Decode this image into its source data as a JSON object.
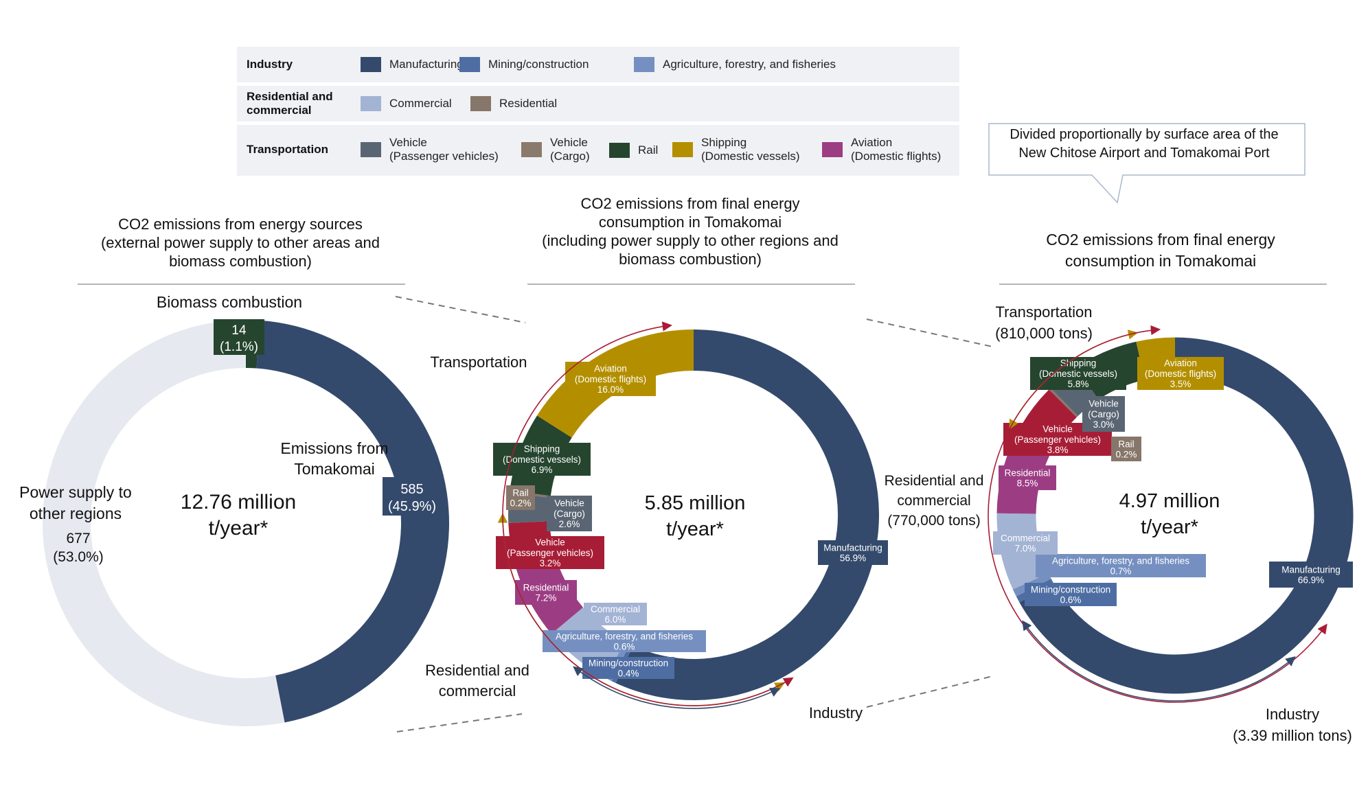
{
  "legend": {
    "rows": [
      {
        "category": "Industry",
        "items": [
          {
            "label": "Manufacturing",
            "color": "#344a6c"
          },
          {
            "label": "Mining/construction",
            "color": "#4e6ea3"
          },
          {
            "label": "Agriculture, forestry, and fisheries",
            "color": "#7590c0"
          }
        ]
      },
      {
        "category": "Residential and\ncommercial",
        "items": [
          {
            "label": "Commercial",
            "color": "#a3b3d4"
          },
          {
            "label": "Residential",
            "color": "#87766a"
          }
        ]
      },
      {
        "category": "Transportation",
        "items": [
          {
            "label": "Vehicle\n(Passenger vehicles)",
            "color": "#5a6573"
          },
          {
            "label": "Vehicle\n(Cargo)",
            "color": "#8a7a6c"
          },
          {
            "label": "Rail",
            "color": "#26452f"
          },
          {
            "label": "Shipping\n(Domestic vessels)",
            "color": "#b38f00"
          },
          {
            "label": "Aviation\n(Domestic flights)",
            "color": "#9c3d84"
          }
        ]
      }
    ]
  },
  "callout": "Divided proportionally by surface area of the\nNew Chitose Airport and Tomakomai Port",
  "chart_data": [
    {
      "type": "pie",
      "title": "CO2 emissions from energy sources\n(external power supply to other areas and\nbiomass combustion)",
      "center_text": "12.76 million\nt/year*",
      "slices": [
        {
          "name": "Biomass combustion",
          "value": 14,
          "percent": 1.1,
          "label": "14\n(1.1%)",
          "color": "#26452f"
        },
        {
          "name": "Emissions from\nTomakomai",
          "value": 585,
          "percent": 45.9,
          "label": "585\n(45.9%)",
          "color": "#344a6c"
        },
        {
          "name": "Power supply to\nother regions",
          "value": 677,
          "percent": 53.0,
          "label": "677\n(53.0%)",
          "color": "#e6e9f0"
        }
      ]
    },
    {
      "type": "pie",
      "title": "CO2 emissions from final energy\nconsumption in Tomakomai\n(including power supply to other regions and\nbiomass combustion)",
      "center_text": "5.85 million\nt/year*",
      "group_labels": {
        "transportation": "Transportation",
        "residential": "Residential and\ncommercial",
        "industry": "Industry"
      },
      "slices": [
        {
          "name": "Manufacturing",
          "percent": 56.9,
          "color": "#344a6c"
        },
        {
          "name": "Mining/construction",
          "percent": 0.4,
          "color": "#4e6ea3"
        },
        {
          "name": "Agriculture, forestry, and fisheries",
          "percent": 0.6,
          "color": "#7590c0"
        },
        {
          "name": "Commercial",
          "percent": 6.0,
          "color": "#a3b3d4"
        },
        {
          "name": "Residential",
          "percent": 7.2,
          "color": "#9c3d84"
        },
        {
          "name": "Vehicle\n(Passenger vehicles)",
          "percent": 3.2,
          "color": "#a81d36"
        },
        {
          "name": "Vehicle\n(Cargo)",
          "percent": 2.6,
          "color": "#5a6573"
        },
        {
          "name": "Rail",
          "percent": 0.2,
          "color": "#87766a"
        },
        {
          "name": "Shipping\n(Domestic vessels)",
          "percent": 6.9,
          "color": "#26452f"
        },
        {
          "name": "Aviation\n(Domestic flights)",
          "percent": 16.0,
          "color": "#b38f00"
        }
      ],
      "slice_labels": [
        "56.9%",
        "0.4%",
        "0.6%",
        "6.0%",
        "7.2%",
        "3.2%",
        "2.6%",
        "0.2%",
        "6.9%",
        "16.0%"
      ]
    },
    {
      "type": "pie",
      "title": "CO2 emissions from final energy\nconsumption in Tomakomai",
      "center_text": "4.97 million\nt/year*",
      "group_labels": {
        "transportation": "Transportation\n(810,000 tons)",
        "residential": "Residential and\ncommercial\n(770,000 tons)",
        "industry": "Industry\n(3.39 million tons)"
      },
      "slices": [
        {
          "name": "Manufacturing",
          "percent": 66.9,
          "color": "#344a6c"
        },
        {
          "name": "Mining/construction",
          "percent": 0.6,
          "color": "#4e6ea3"
        },
        {
          "name": "Agriculture, forestry, and fisheries",
          "percent": 0.7,
          "color": "#7590c0"
        },
        {
          "name": "Commercial",
          "percent": 7.0,
          "color": "#a3b3d4"
        },
        {
          "name": "Residential",
          "percent": 8.5,
          "color": "#9c3d84"
        },
        {
          "name": "Vehicle\n(Passenger vehicles)",
          "percent": 3.8,
          "color": "#a81d36"
        },
        {
          "name": "Rail",
          "percent": 0.2,
          "color": "#87766a"
        },
        {
          "name": "Vehicle\n(Cargo)",
          "percent": 3.0,
          "color": "#5a6573"
        },
        {
          "name": "Shipping\n(Domestic vessels)",
          "percent": 5.8,
          "color": "#26452f"
        },
        {
          "name": "Aviation\n(Domestic flights)",
          "percent": 3.5,
          "color": "#b38f00"
        }
      ],
      "slice_labels": [
        "66.9%",
        "0.6%",
        "0.7%",
        "7.0%",
        "8.5%",
        "3.8%",
        "0.2%",
        "3.0%",
        "5.8%",
        "3.5%"
      ]
    }
  ]
}
